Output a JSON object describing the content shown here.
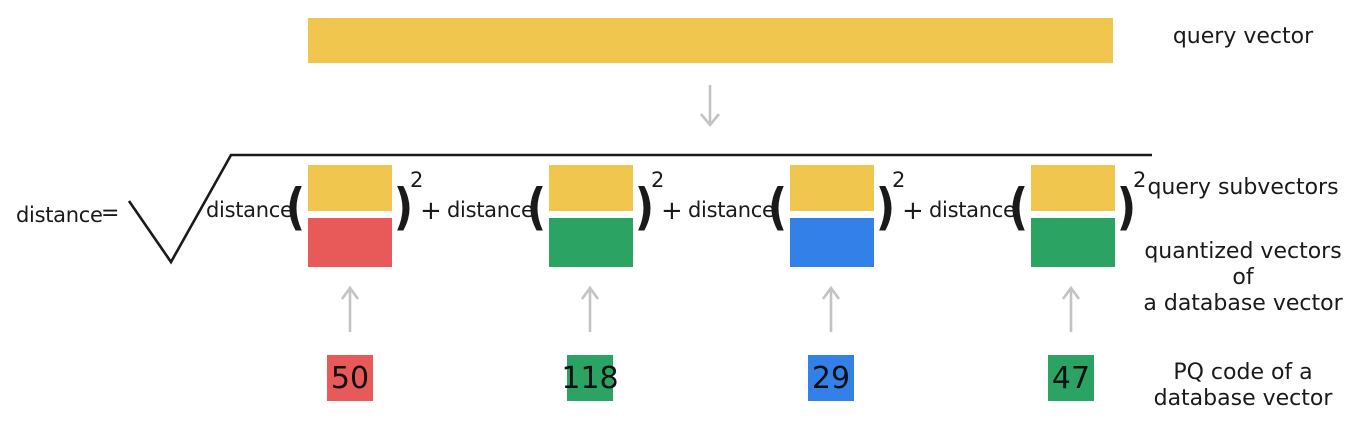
{
  "formula": {
    "lhs_label": "distance",
    "equals": "=",
    "function_label": "distance",
    "open_paren": "(",
    "close_paren": ")",
    "exponent": "2",
    "plus": "+"
  },
  "terms": [
    {
      "pq_code": "50",
      "quantized_color": "red"
    },
    {
      "pq_code": "118",
      "quantized_color": "green"
    },
    {
      "pq_code": "29",
      "quantized_color": "blue"
    },
    {
      "pq_code": "47",
      "quantized_color": "green"
    }
  ],
  "side_labels": {
    "query_vector": "query vector",
    "query_subvectors": "query subvectors",
    "quantized_vectors": [
      "quantized vectors of",
      "a database vector"
    ],
    "pq_code": [
      "PQ code of a",
      "database vector"
    ]
  },
  "icons": {
    "down_arrow": "↓",
    "up_arrow": "↑"
  },
  "colors": {
    "yellow": "#F0C64E",
    "red": "#E85A5A",
    "green": "#2BA363",
    "blue": "#3380E8",
    "arrow_gray": "#C3C3C3",
    "line_black": "#1A1A1A"
  }
}
